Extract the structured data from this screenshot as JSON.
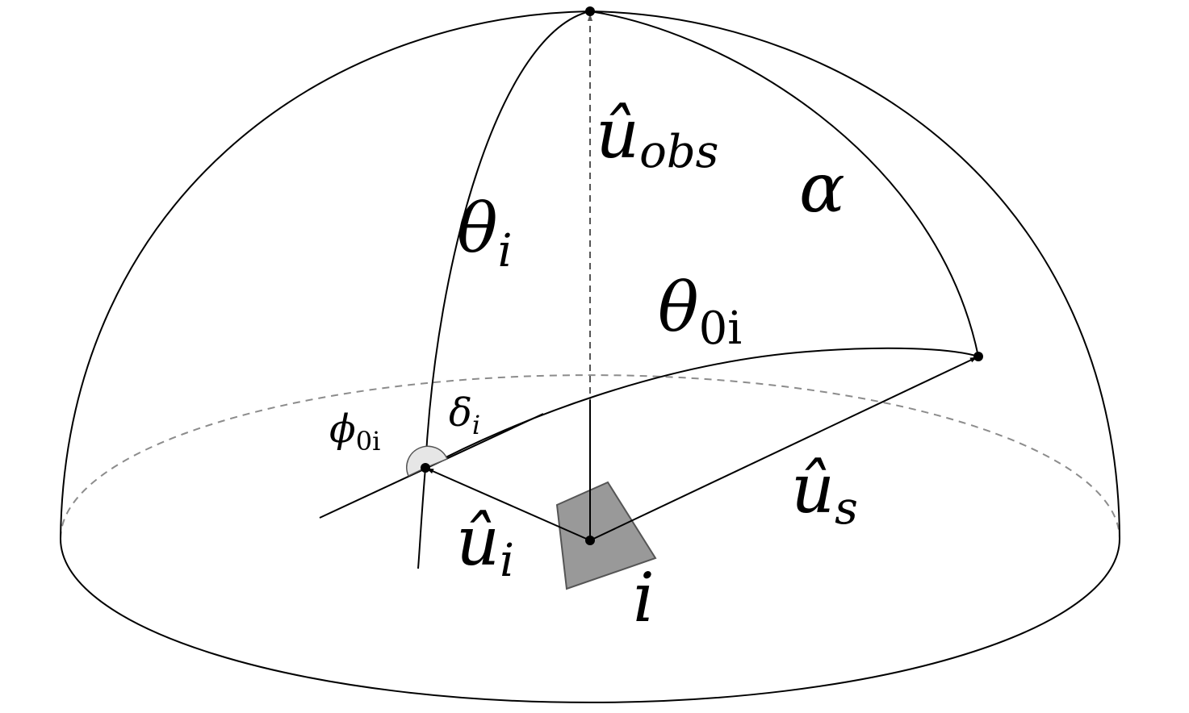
{
  "colors": {
    "stroke": "#000000",
    "dashed": "#8c8c8c",
    "panel_fill": "#999999",
    "panel_stroke": "#555555",
    "angle_fill": "#e6e6e6"
  },
  "labels": {
    "u_obs": {
      "base": "û",
      "sub": "obs"
    },
    "alpha": {
      "base": "α"
    },
    "theta_i": {
      "base": "θ",
      "sub": "i"
    },
    "theta_0i": {
      "base": "θ",
      "sub": "0i"
    },
    "delta_i": {
      "base": "δ",
      "sub": "i"
    },
    "phi_0i": {
      "base": "ϕ",
      "sub": "0i"
    },
    "u_i": {
      "base": "û",
      "sub": "i"
    },
    "u_s": {
      "base": "û",
      "sub": "s"
    },
    "panel_i": {
      "base": "i"
    }
  }
}
